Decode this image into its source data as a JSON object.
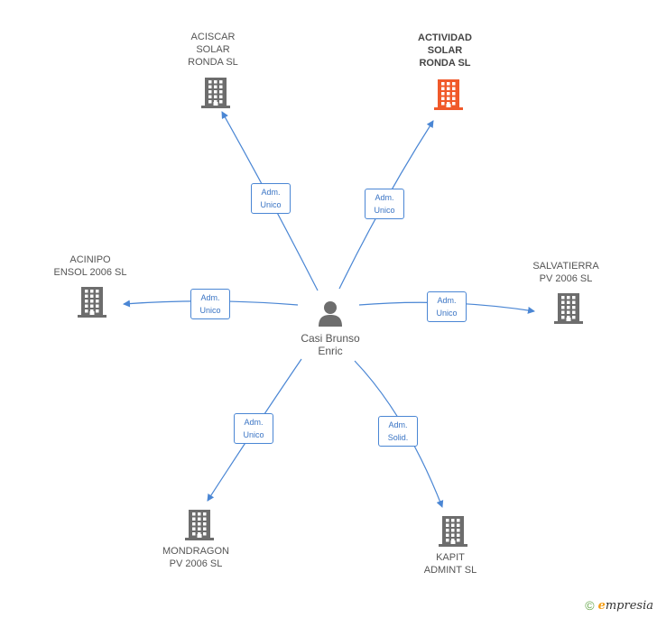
{
  "center": {
    "name": "Casi Brunso\nEnric"
  },
  "companies": [
    {
      "id": "aciscar",
      "name": "ACISCAR\nSOLAR\nRONDA SL",
      "highlight": false
    },
    {
      "id": "actividad",
      "name": "ACTIVIDAD\nSOLAR\nRONDA SL",
      "highlight": true
    },
    {
      "id": "acinipo",
      "name": "ACINIPO\nENSOL 2006 SL",
      "highlight": false
    },
    {
      "id": "salvatierra",
      "name": "SALVATIERRA\nPV 2006 SL",
      "highlight": false
    },
    {
      "id": "mondragon",
      "name": "MONDRAGON\nPV 2006 SL",
      "highlight": false
    },
    {
      "id": "kapit",
      "name": "KAPIT\nADMINT SL",
      "highlight": false
    }
  ],
  "relations": [
    {
      "to": "aciscar",
      "label": "Adm.\nUnico"
    },
    {
      "to": "actividad",
      "label": "Adm.\nUnico"
    },
    {
      "to": "acinipo",
      "label": "Adm.\nUnico"
    },
    {
      "to": "salvatierra",
      "label": "Adm.\nUnico"
    },
    {
      "to": "mondragon",
      "label": "Adm.\nUnico"
    },
    {
      "to": "kapit",
      "label": "Adm.\nSolid."
    }
  ],
  "colors": {
    "edge": "#4a86d4",
    "building": "#6d6d6d",
    "highlight": "#f0592a",
    "person": "#6d6d6d"
  },
  "footer": {
    "copyright": "©",
    "brand_initial": "e",
    "brand_rest": "mpresia"
  }
}
